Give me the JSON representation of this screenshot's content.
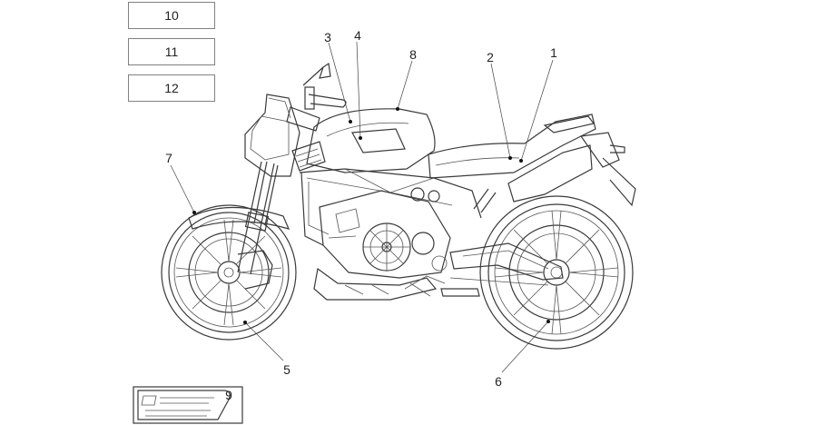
{
  "box_labels": [
    "10",
    "11",
    "12"
  ],
  "callouts": {
    "c1": "1",
    "c2": "2",
    "c3": "3",
    "c4": "4",
    "c5": "5",
    "c6": "6",
    "c7": "7",
    "c8": "8",
    "c9": "9"
  },
  "colors": {
    "line": "#3a3a3a",
    "box_border": "#808080"
  }
}
